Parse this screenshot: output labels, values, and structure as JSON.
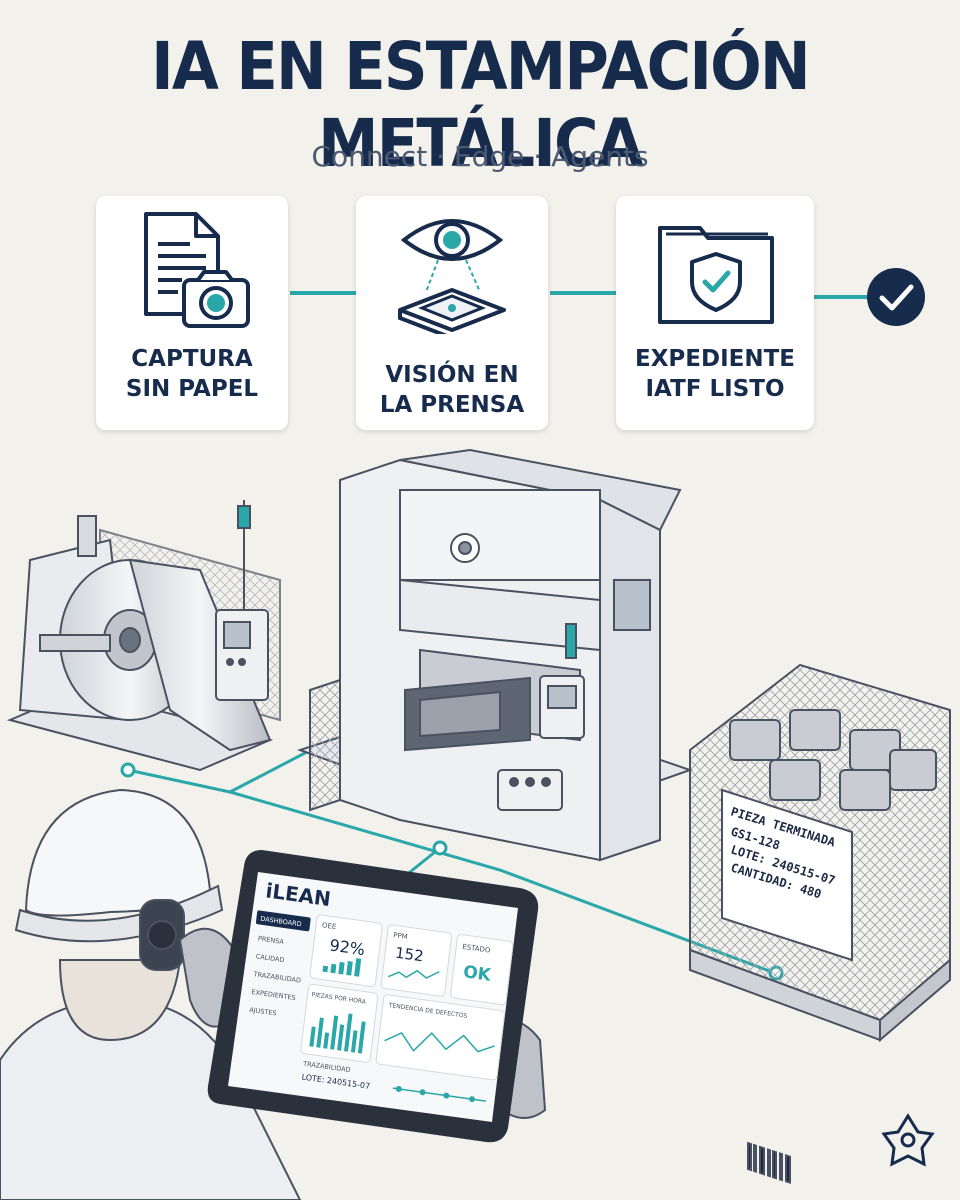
{
  "title": "IA EN ESTAMPACIÓN METÁLICA",
  "subtitle": "Connect · Edge · Agents",
  "steps": [
    {
      "line1": "CAPTURA",
      "line2": "SIN PAPEL",
      "icon": "paperless-document-camera-icon"
    },
    {
      "line1": "VISIÓN EN",
      "line2": "LA PRENSA",
      "icon": "vision-eye-press-icon"
    },
    {
      "line1": "EXPEDIENTE",
      "line2": "IATF LISTO",
      "icon": "folder-shield-check-icon"
    }
  ],
  "colors": {
    "accent": "#2aa7a8",
    "navy": "#172b4d",
    "background": "#f3f1ec"
  },
  "tablet": {
    "brand": "iLEAN",
    "nav": [
      "DASHBOARD",
      "PRENSA",
      "CALIDAD",
      "TRAZABILIDAD",
      "EXPEDIENTES",
      "AJUSTES"
    ],
    "oee_label": "OEE",
    "oee_value": "92%",
    "ppm_label": "PPM",
    "ppm_value": "152",
    "estado_label": "ESTADO",
    "estado_value": "OK",
    "pph_label": "PIEZAS POR HORA",
    "trend_label": "TENDENCIA DE DEFECTOS",
    "trace_label": "TRAZABILIDAD",
    "trace_lot": "LOTE: 240515-07"
  },
  "crate_label": {
    "title": "PIEZA TERMINADA",
    "part": "GS1-128",
    "lot": "LOTE: 240515-07",
    "qty": "CANTIDAD: 480"
  }
}
